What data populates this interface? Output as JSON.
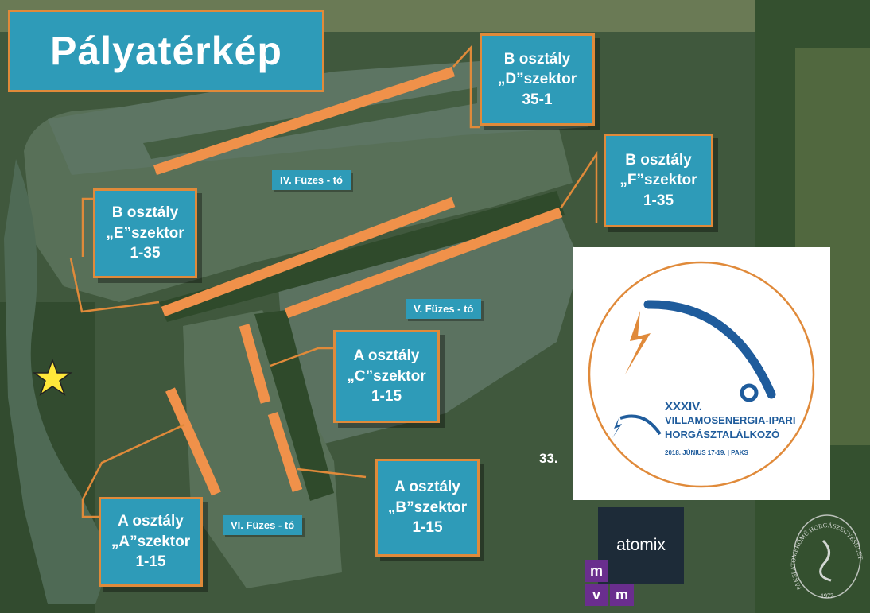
{
  "title": "Pályatérkép",
  "colors": {
    "box": "#2e9bb8",
    "border": "#e08a3a",
    "peg": "#f0914a",
    "water": "#587058"
  },
  "lakes": {
    "iv": "IV. Füzes - tó",
    "v": "V. Füzes - tó",
    "vi": "VI. Füzes - tó"
  },
  "sectors": {
    "d": {
      "class": "B  osztály",
      "sector": "„D”szektor",
      "range": "35-1"
    },
    "f": {
      "class": "B  osztály",
      "sector": "„F”szektor",
      "range": "1-35"
    },
    "e": {
      "class": "B  osztály",
      "sector": "„E”szektor",
      "range": "1-35"
    },
    "c": {
      "class": "A  osztály",
      "sector": "„C”szektor",
      "range": "1-15"
    },
    "b": {
      "class": "A  osztály",
      "sector": "„B”szektor",
      "range": "1-15"
    },
    "a": {
      "class": "A  osztály",
      "sector": "„A”szektor",
      "range": "1-15"
    }
  },
  "event_logo": {
    "roman": "XXXIV.",
    "line1": "VILLAMOSENERGIA-IPARI",
    "line2": "HORGÁSZTALÁLKOZÓ",
    "date": "2018. JÚNIUS 17-19. | PAKS"
  },
  "edition_number": "33.",
  "sponsors": {
    "atomix": "atomix",
    "mvm": [
      "m",
      "v",
      "m"
    ]
  },
  "star_marker": "star-icon",
  "seal": {
    "text": "PAKSI ATOMERŐMŰ HORGÁSZEGYESÜLET",
    "year": "1977"
  }
}
